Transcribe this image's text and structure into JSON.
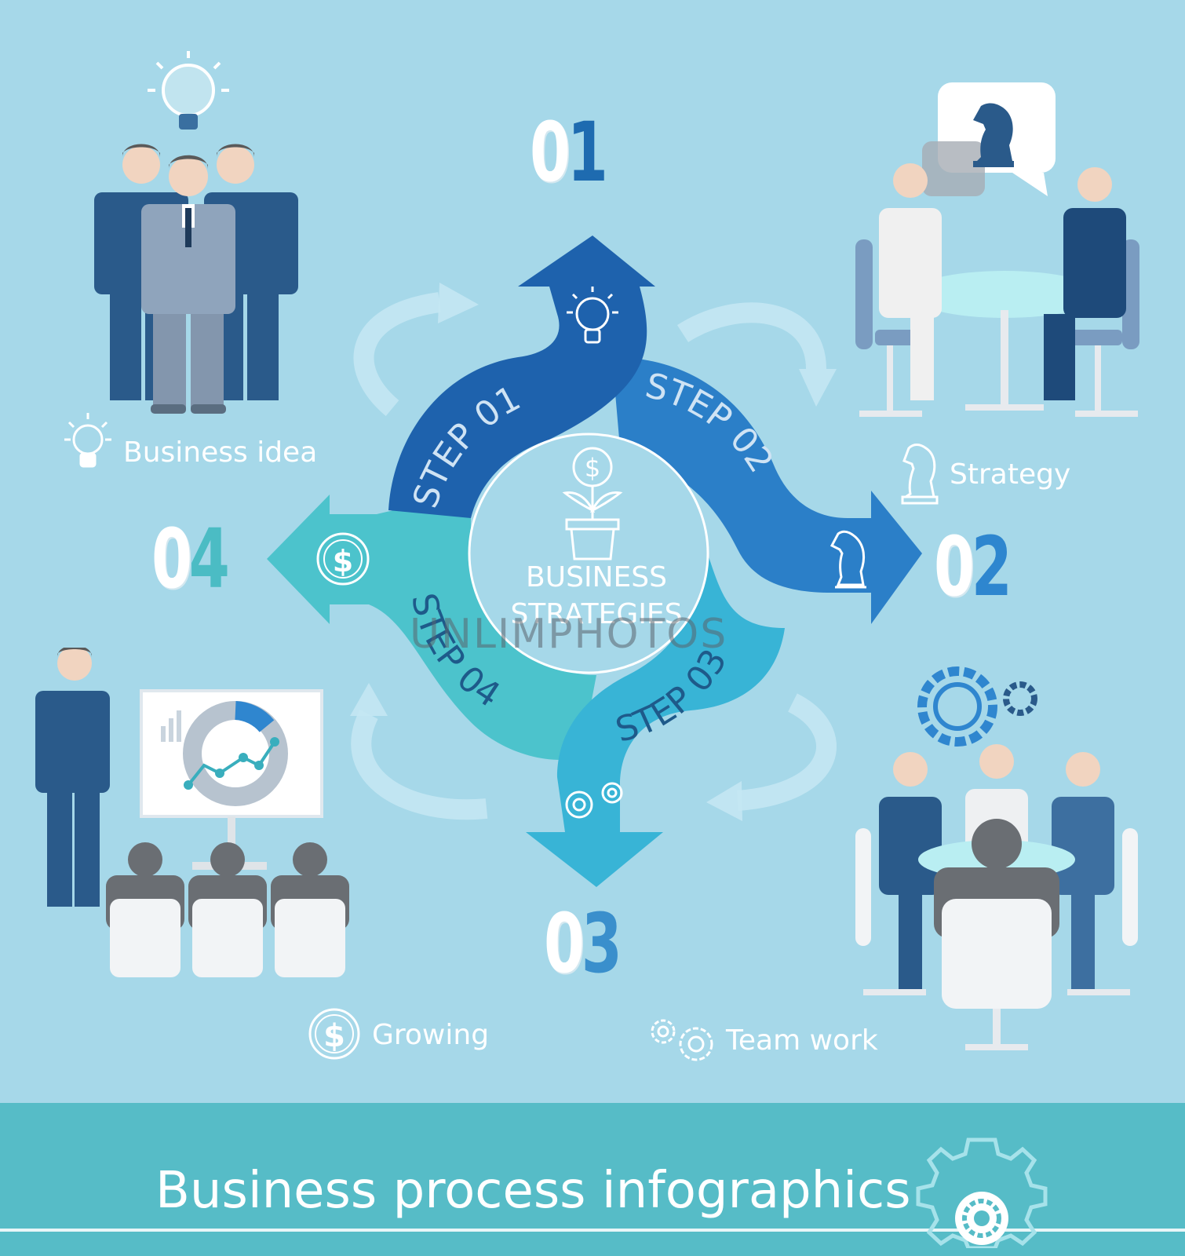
{
  "center": {
    "line1": "BUSINESS",
    "line2": "STRATEGIES"
  },
  "steps": [
    {
      "label": "STEP 01"
    },
    {
      "label": "STEP 02"
    },
    {
      "label": "STEP 03"
    },
    {
      "label": "STEP 04"
    }
  ],
  "numbers": [
    {
      "first": "0",
      "second": "1",
      "color": "#1e6bb0"
    },
    {
      "first": "0",
      "second": "2",
      "color": "#2e86cf"
    },
    {
      "first": "0",
      "second": "3",
      "color": "#3a8fcc"
    },
    {
      "first": "0",
      "second": "4",
      "color": "#4bbcc4"
    }
  ],
  "captions": {
    "business_idea": "Business idea",
    "strategy": "Strategy",
    "growing": "Growing",
    "team_work": "Team work"
  },
  "title": "Business process infographics",
  "watermark": "UNLIMPHOTOS",
  "colors": {
    "background": "#a6d8e9",
    "step1": "#1e62ad",
    "step2": "#2b7fc8",
    "step3": "#38b4d6",
    "step4": "#4cc3cc",
    "banner": "#56bcc7"
  }
}
